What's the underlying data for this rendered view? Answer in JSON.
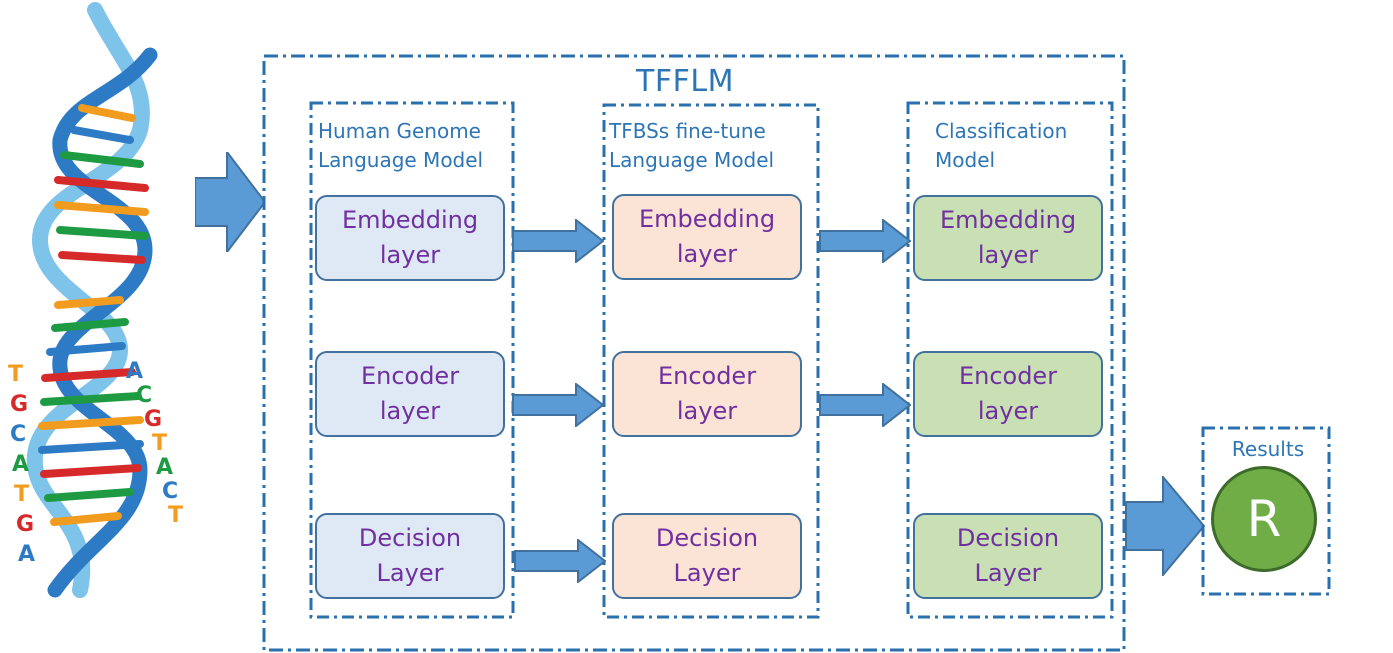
{
  "dna": {
    "left_strand_letters": [
      "T",
      "G",
      "C",
      "A",
      "T",
      "G",
      "A"
    ],
    "right_strand_letters": [
      "A",
      "C",
      "G",
      "T",
      "A",
      "C",
      "T"
    ]
  },
  "diagram": {
    "title": "TFFLM",
    "columns": [
      {
        "title": "Human Genome\nLanguage Model",
        "layers": [
          "Embedding\nlayer",
          "Encoder\nlayer",
          "Decision\nLayer"
        ]
      },
      {
        "title": "TFBSs fine-tune\nLanguage Model",
        "layers": [
          "Embedding\nlayer",
          "Encoder\nlayer",
          "Decision\nLayer"
        ]
      },
      {
        "title": "Classification\nModel",
        "layers": [
          "Embedding\nlayer",
          "Encoder\nlayer",
          "Decision\nLayer"
        ]
      }
    ],
    "results": {
      "label": "Results",
      "symbol": "R"
    }
  },
  "colors": {
    "frame": "#2a6fae",
    "column_1_fill": "#dfe9f6",
    "column_2_fill": "#fbe3d6",
    "column_3_fill": "#c8e0b4",
    "arrow": "#5b9bd5",
    "results_circle": "#70ad47",
    "layer_text": "#7030a0",
    "title_text": "#2e75b6"
  }
}
